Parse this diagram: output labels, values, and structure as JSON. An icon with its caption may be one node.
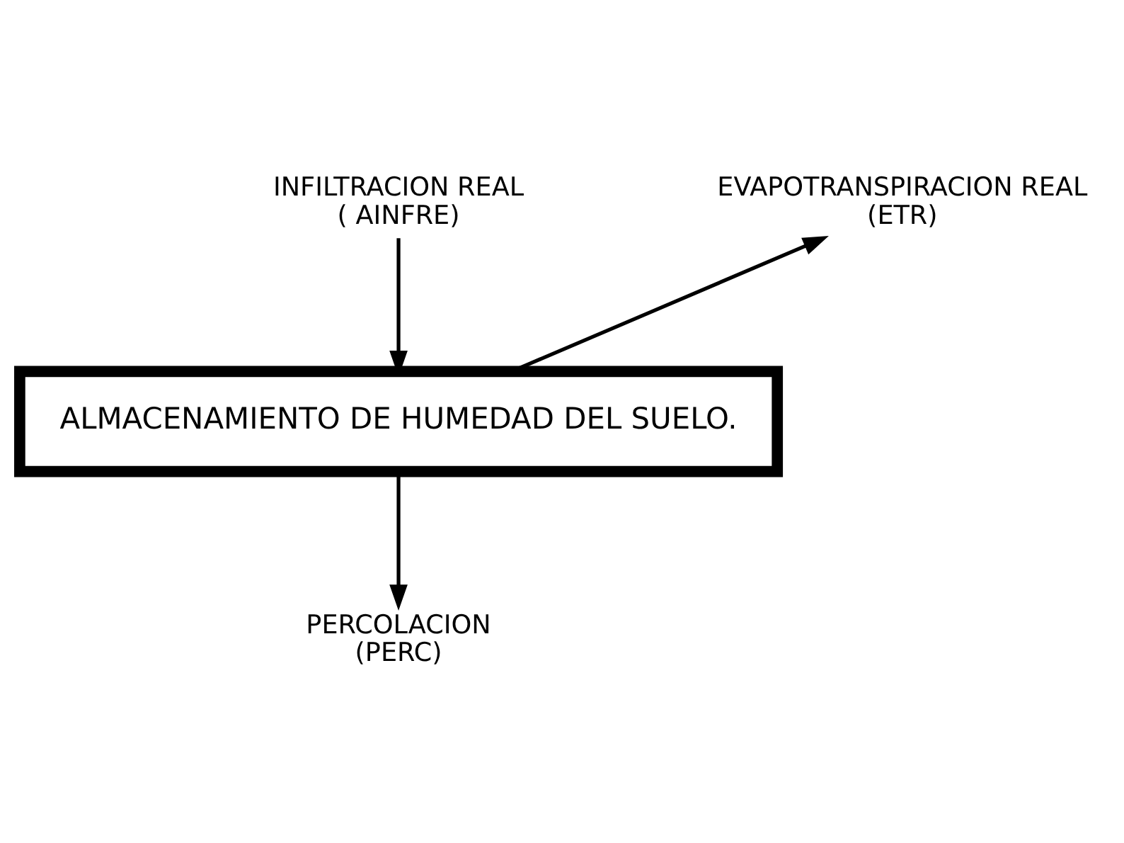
{
  "diagram": {
    "nodes": [
      {
        "text": [
          "INFILTRACION REAL",
          "( AINFRE)"
        ]
      },
      {
        "text": [
          "ALMACENAMIENTO DE HUMEDAD DEL SUELO."
        ]
      },
      {
        "text": [
          "EVAPOTRANSPIRACION REAL",
          "(ETR)"
        ]
      },
      {
        "text": [
          "PERCOLACION",
          "(PERC)"
        ]
      }
    ],
    "edges": [
      {
        "from": 0,
        "to": 1,
        "arrow": "to"
      },
      {
        "from": 1,
        "to": 2,
        "arrow": "to"
      },
      {
        "from": 1,
        "to": 3,
        "arrow": "to"
      }
    ]
  }
}
